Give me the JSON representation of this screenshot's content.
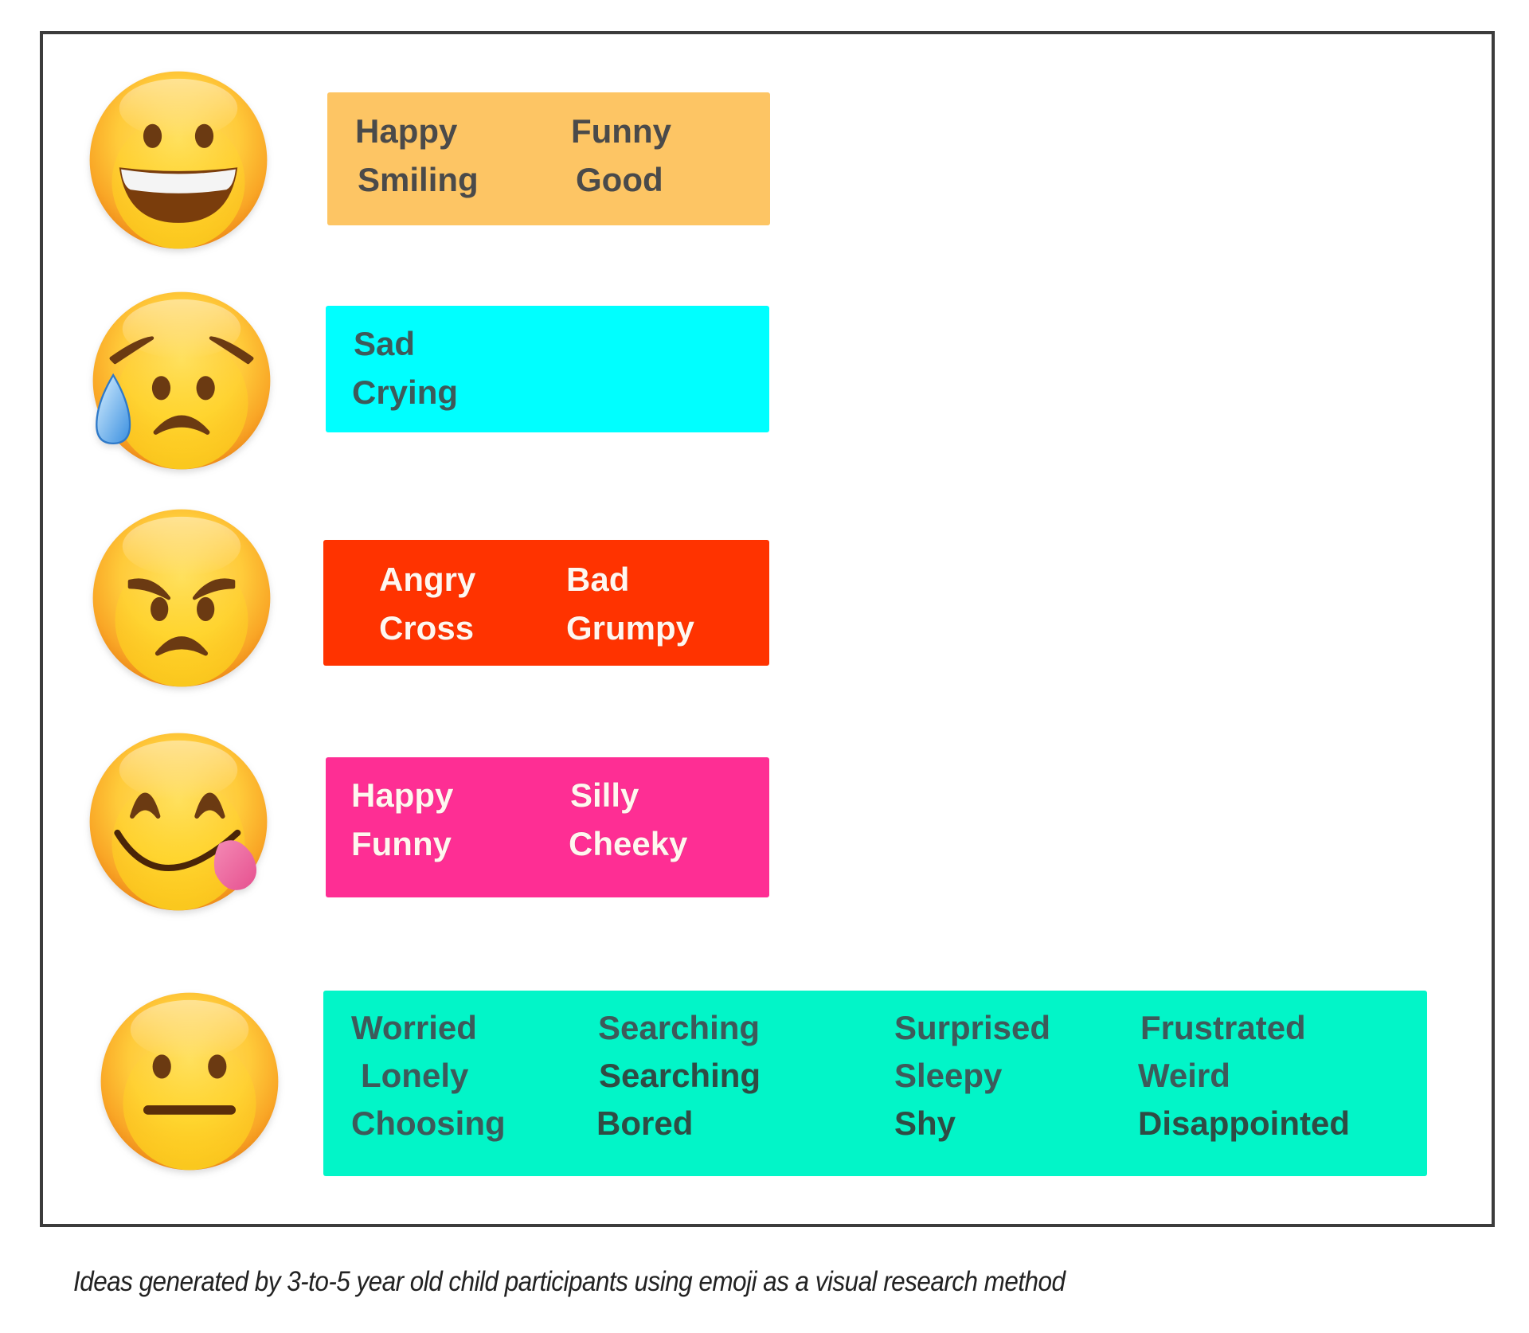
{
  "figure": {
    "caption": "Ideas generated by 3-to-5 year old child participants using emoji as a visual research method",
    "rows": [
      {
        "emoji": "grinning-face",
        "color": "#FDC564",
        "words": [
          [
            "Happy",
            "Funny"
          ],
          [
            "Smiling",
            "Good"
          ]
        ]
      },
      {
        "emoji": "sad-crying-face",
        "color": "#00FFFF",
        "words": [
          [
            "Sad"
          ],
          [
            "Crying"
          ]
        ]
      },
      {
        "emoji": "angry-face",
        "color": "#FF3300",
        "words": [
          [
            "Angry",
            "Bad"
          ],
          [
            "Cross",
            "Grumpy"
          ]
        ]
      },
      {
        "emoji": "yum-tongue-face",
        "color": "#FE2E94",
        "words": [
          [
            "Happy",
            "Silly"
          ],
          [
            "Funny",
            "Cheeky"
          ]
        ]
      },
      {
        "emoji": "neutral-face",
        "color": "#02F5C8",
        "words": [
          [
            "Worried",
            "Searching",
            "Surprised",
            "Frustrated"
          ],
          [
            "Lonely",
            "Searching",
            "Sleepy",
            "Weird"
          ],
          [
            "Choosing",
            "Bored",
            "Shy",
            "Disappointed"
          ]
        ]
      }
    ]
  }
}
